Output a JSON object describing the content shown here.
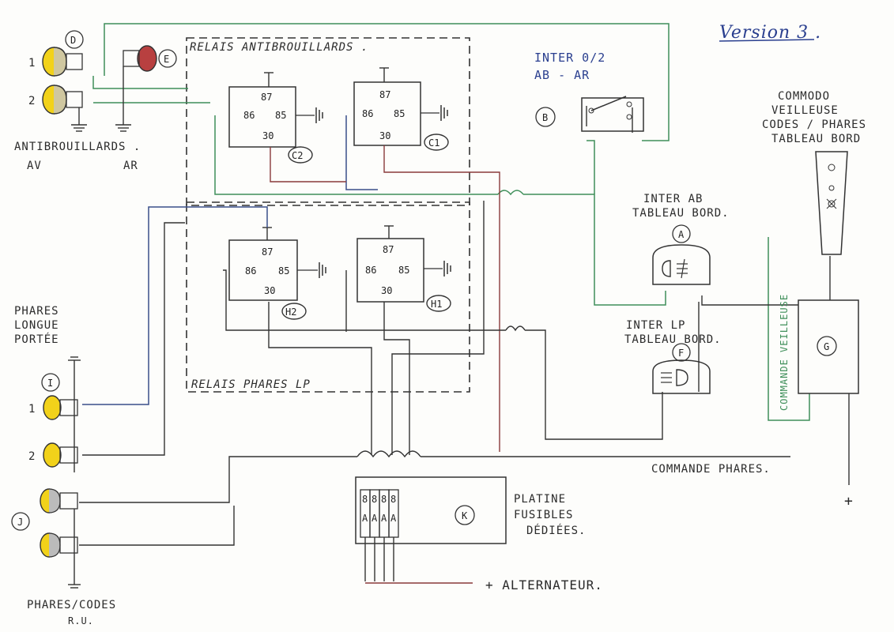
{
  "title": "Version 3 .",
  "groups": {
    "relais_antibrouillards": "RELAIS ANTIBROUILLARDS .",
    "relais_phares_lp": "RELAIS PHARES LP"
  },
  "labels": {
    "antibrouillards": "ANTIBROUILLARDS .",
    "av": "AV",
    "ar": "AR",
    "phares_lp_1": "PHARES",
    "phares_lp_2": "LONGUE",
    "phares_lp_3": "PORTÉE",
    "phares_codes_1": "PHARES/CODES",
    "phares_codes_2": "R.U.",
    "inter_02_1": "INTER 0/2",
    "inter_02_2": "AB - AR",
    "inter_ab_1": "INTER AB",
    "inter_ab_2": "TABLEAU BORD.",
    "inter_lp_1": "INTER LP",
    "inter_lp_2": "TABLEAU BORD.",
    "commodo_1": "COMMODO",
    "commodo_2": "VEILLEUSE",
    "commodo_3": "CODES / PHARES",
    "commodo_4": "TABLEAU BORD",
    "commande_veilleuse": "COMMANDE VEILLEUSE",
    "commande_phares": "COMMANDE PHARES.",
    "platine_1": "PLATINE",
    "platine_2": "FUSIBLES",
    "platine_3": "DÉDIÉES.",
    "alternateur": "+ ALTERNATEUR.",
    "plus": "+"
  },
  "components": {
    "D": "D",
    "E": "E",
    "B": "B",
    "A": "A",
    "F": "F",
    "G": "G",
    "I": "I",
    "J": "J",
    "K": "K",
    "C1": "C1",
    "C2": "C2",
    "H1": "H1",
    "H2": "H2"
  },
  "lamp_numbers": {
    "one": "1",
    "two": "2"
  },
  "relay_pins": {
    "p87": "87",
    "p86": "86",
    "p85": "85",
    "p30": "30"
  },
  "fuses": [
    {
      "rating": "8",
      "unit": "A"
    },
    {
      "rating": "8",
      "unit": "A"
    },
    {
      "rating": "8",
      "unit": "A"
    },
    {
      "rating": "8",
      "unit": "A"
    }
  ],
  "wire_colors": {
    "green": "#3f8f5a",
    "blue": "#3a4f8a",
    "red": "#8a3a3a",
    "dark": "#333333",
    "lamp_yellow": "#f2d21a",
    "lamp_red": "#b84040"
  }
}
